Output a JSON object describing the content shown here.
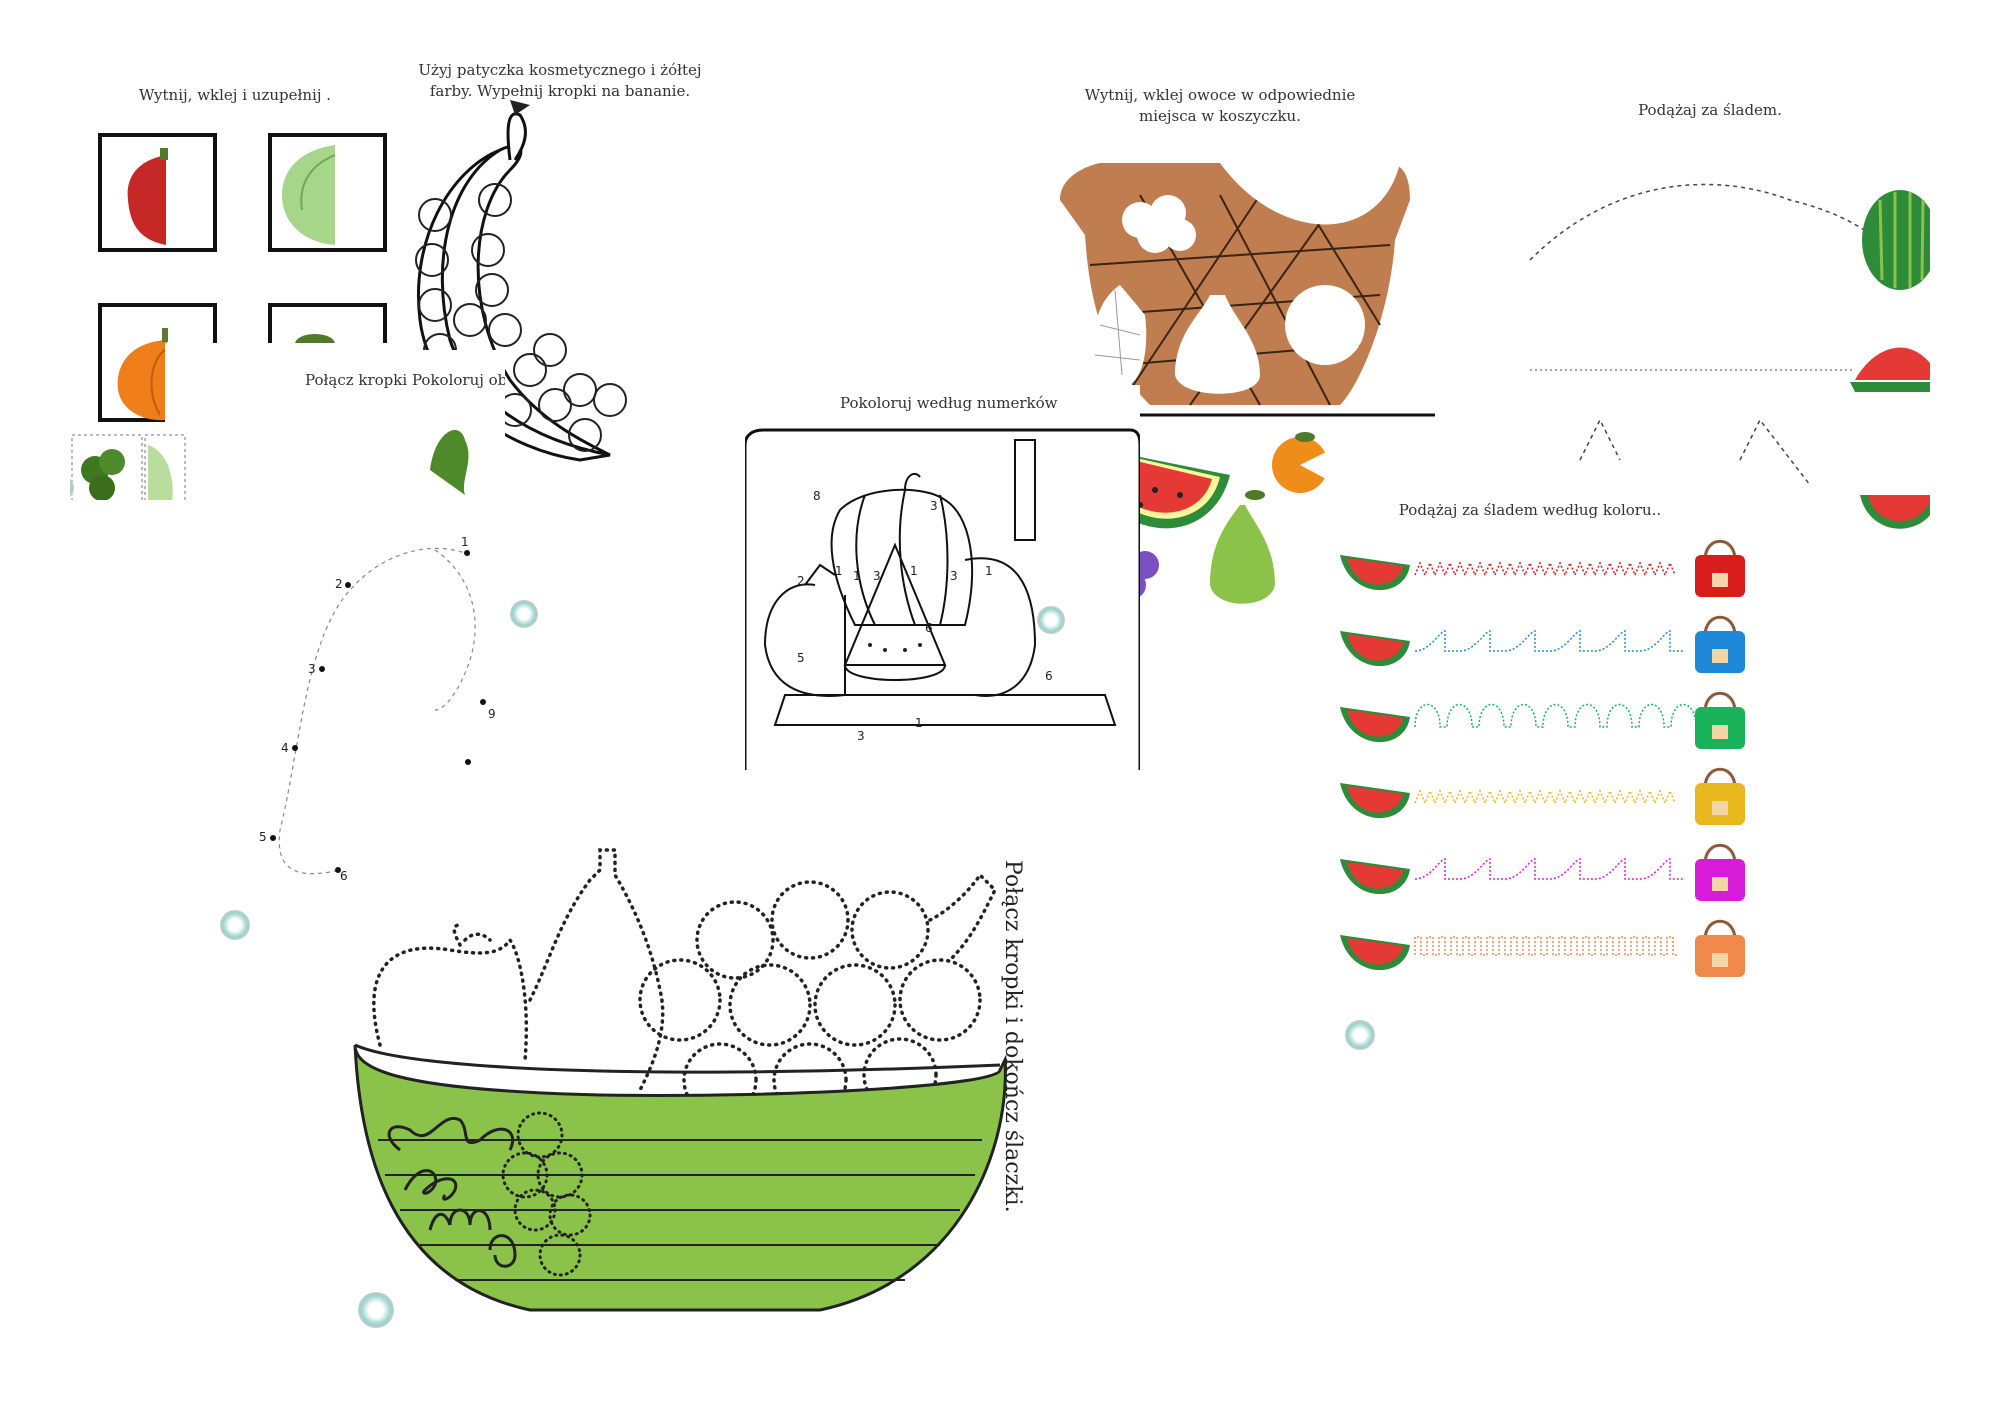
{
  "worksheets": {
    "cut_paste": {
      "title": "Wytnij, wklej i uzupełnij ."
    },
    "banana": {
      "title": "Użyj patyczka kosmetycznego i żółtej farby. Wypełnij kropki na bananie."
    },
    "basket": {
      "title": "Wytnij, wklej owoce w odpowiednie miejsca w koszyczku."
    },
    "follow_trace": {
      "title": "Podążaj za śladem."
    },
    "connect_dots": {
      "title": "Połącz kropki  Pokoloruj ob",
      "numbers": [
        "1",
        "2",
        "3",
        "4",
        "5",
        "6",
        "9"
      ]
    },
    "color_by_number": {
      "title": "Pokoloruj według numerków",
      "numbers": [
        "8",
        "3",
        "1",
        "1",
        "3",
        "1",
        "3",
        "1",
        "2",
        "6",
        "5",
        "6",
        "3",
        "1"
      ]
    },
    "follow_color": {
      "title": "Podążaj za śladem według koloru..",
      "bucket_colors": [
        "#d81b1b",
        "#1e88d8",
        "#1bb35a",
        "#e8b81e",
        "#d81bd8",
        "#f08a4b"
      ]
    },
    "fruit_bowl": {
      "title": "Połącz kropki i dokończ ślaczki."
    }
  },
  "colors": {
    "watermelon_rind": "#2e8b3a",
    "watermelon_flesh": "#e53935",
    "bowl_green": "#8bc34a",
    "basket_brown": "#c07d4f"
  },
  "icons": [
    "red-pepper-icon",
    "cabbage-icon",
    "pumpkin-icon",
    "broccoli-icon",
    "banana-icon",
    "basket-icon",
    "strawberry-icon",
    "pear-icon",
    "apple-icon",
    "watermelon-icon",
    "orange-icon",
    "grapes-icon",
    "bucket-icon",
    "fruit-bowl-icon",
    "logo-icon"
  ]
}
